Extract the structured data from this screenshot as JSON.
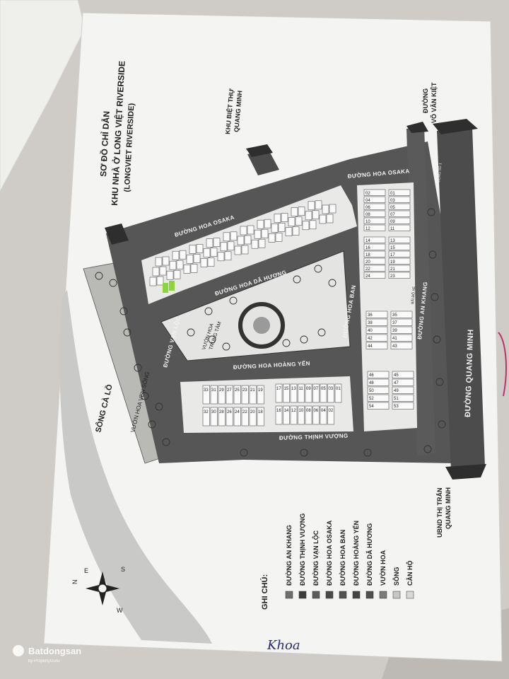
{
  "title": {
    "line1": "SƠ ĐỒ CHỈ DẪN",
    "line2": "KHU NHÀ Ở LONG VIỆT RIVERSIDE",
    "line3": "(LONGVIET RIVERSIDE)"
  },
  "directions": {
    "top_right": [
      "ĐƯỜNG",
      "VÕ VĂN KIỆT"
    ],
    "top_middle": [
      "KHU BIỆT THỰ",
      "QUANG MINH"
    ],
    "bottom_right": [
      "UBND THỊ TRẤN",
      "QUANG MINH"
    ]
  },
  "roads": {
    "hoa_osaka_left": "ĐƯỜNG HOA OSAKA",
    "hoa_osaka_right": "ĐƯỜNG HOA OSAKA",
    "hoa_da_huong": "ĐƯỜNG HOA DÃ HƯƠNG",
    "hoa_ban": "ĐƯỜNG HOA BAN",
    "an_khang": "ĐƯỜNG AN KHANG",
    "quang_minh": "ĐƯỜNG QUANG MINH",
    "hoa_hoang_yen": "ĐƯỜNG HOA HOÀNG YẾN",
    "thinh_vuong": "ĐƯỜNG THỊNH VƯỢNG",
    "van_loc": "ĐƯỜNG VẠN LỘC",
    "vuon_hoa_ven_song": "VƯỜN HOA VEN SÔNG",
    "song_ca_lo": "SÔNG CÀ LỒ",
    "vuon_hoa_trung_tam": [
      "VƯỜN HOA",
      "TRUNG TÂM"
    ],
    "bai_do_xe": "BÃI ĐỖ XE",
    "cong_so": "CỔNG SỐ 1"
  },
  "lots_bottom_left": [
    "33",
    "31",
    "29",
    "27",
    "25",
    "23",
    "21",
    "19"
  ],
  "lots_bottom_left_2": [
    "32",
    "30",
    "28",
    "26",
    "24",
    "22",
    "20",
    "18"
  ],
  "lots_bottom_mid": [
    "17",
    "15",
    "13",
    "11",
    "09",
    "07",
    "05",
    "03",
    "01"
  ],
  "lots_bottom_mid_2": [
    "16",
    "14",
    "12",
    "10",
    "08",
    "06",
    "04",
    "02"
  ],
  "lots_right_a": [
    "02",
    "04",
    "06",
    "08",
    "10",
    "12"
  ],
  "lots_right_b": [
    "01",
    "03",
    "05",
    "07",
    "09",
    "11"
  ],
  "lots_right_c": [
    "14",
    "16",
    "18",
    "20",
    "22",
    "24"
  ],
  "lots_right_d": [
    "13",
    "15",
    "17",
    "19",
    "21",
    "23"
  ],
  "lots_right_e": [
    "36",
    "38",
    "40",
    "42",
    "44"
  ],
  "lots_right_f": [
    "35",
    "37",
    "39",
    "41",
    "43"
  ],
  "lots_right_g": [
    "46",
    "48",
    "50",
    "52",
    "54"
  ],
  "lots_right_h": [
    "45",
    "47",
    "49",
    "51",
    "53"
  ],
  "legend": {
    "heading": "GHI CHÚ:",
    "items": [
      {
        "label": "ĐƯỜNG AN KHANG",
        "shade": "#6f6f6f"
      },
      {
        "label": "ĐƯỜNG THỊNH VƯỢNG",
        "shade": "#3d3d3d"
      },
      {
        "label": "ĐƯỜNG VẠN LỘC",
        "shade": "#5c5c5c"
      },
      {
        "label": "ĐƯỜNG HOA OSAKA",
        "shade": "#4a4a4a"
      },
      {
        "label": "ĐƯỜNG HOA BAN",
        "shade": "#525252"
      },
      {
        "label": "ĐƯỜNG HOÀNG YẾN",
        "shade": "#454545"
      },
      {
        "label": "ĐƯỜNG DÃ HƯƠNG",
        "shade": "#505050"
      },
      {
        "label": "VƯỜN HOA",
        "shade": "#7a7a7a"
      },
      {
        "label": "SÔNG",
        "shade": "#c6c6c6"
      },
      {
        "label": "CĂN HỘ",
        "shade": "#d8d8d8"
      }
    ]
  },
  "compass": {
    "n": "N",
    "s": "S",
    "e": "E",
    "w": "W"
  },
  "handwriting": "Khoa",
  "watermark": {
    "brand": "Batdongsan",
    "sub": "by PropertyGuru"
  }
}
